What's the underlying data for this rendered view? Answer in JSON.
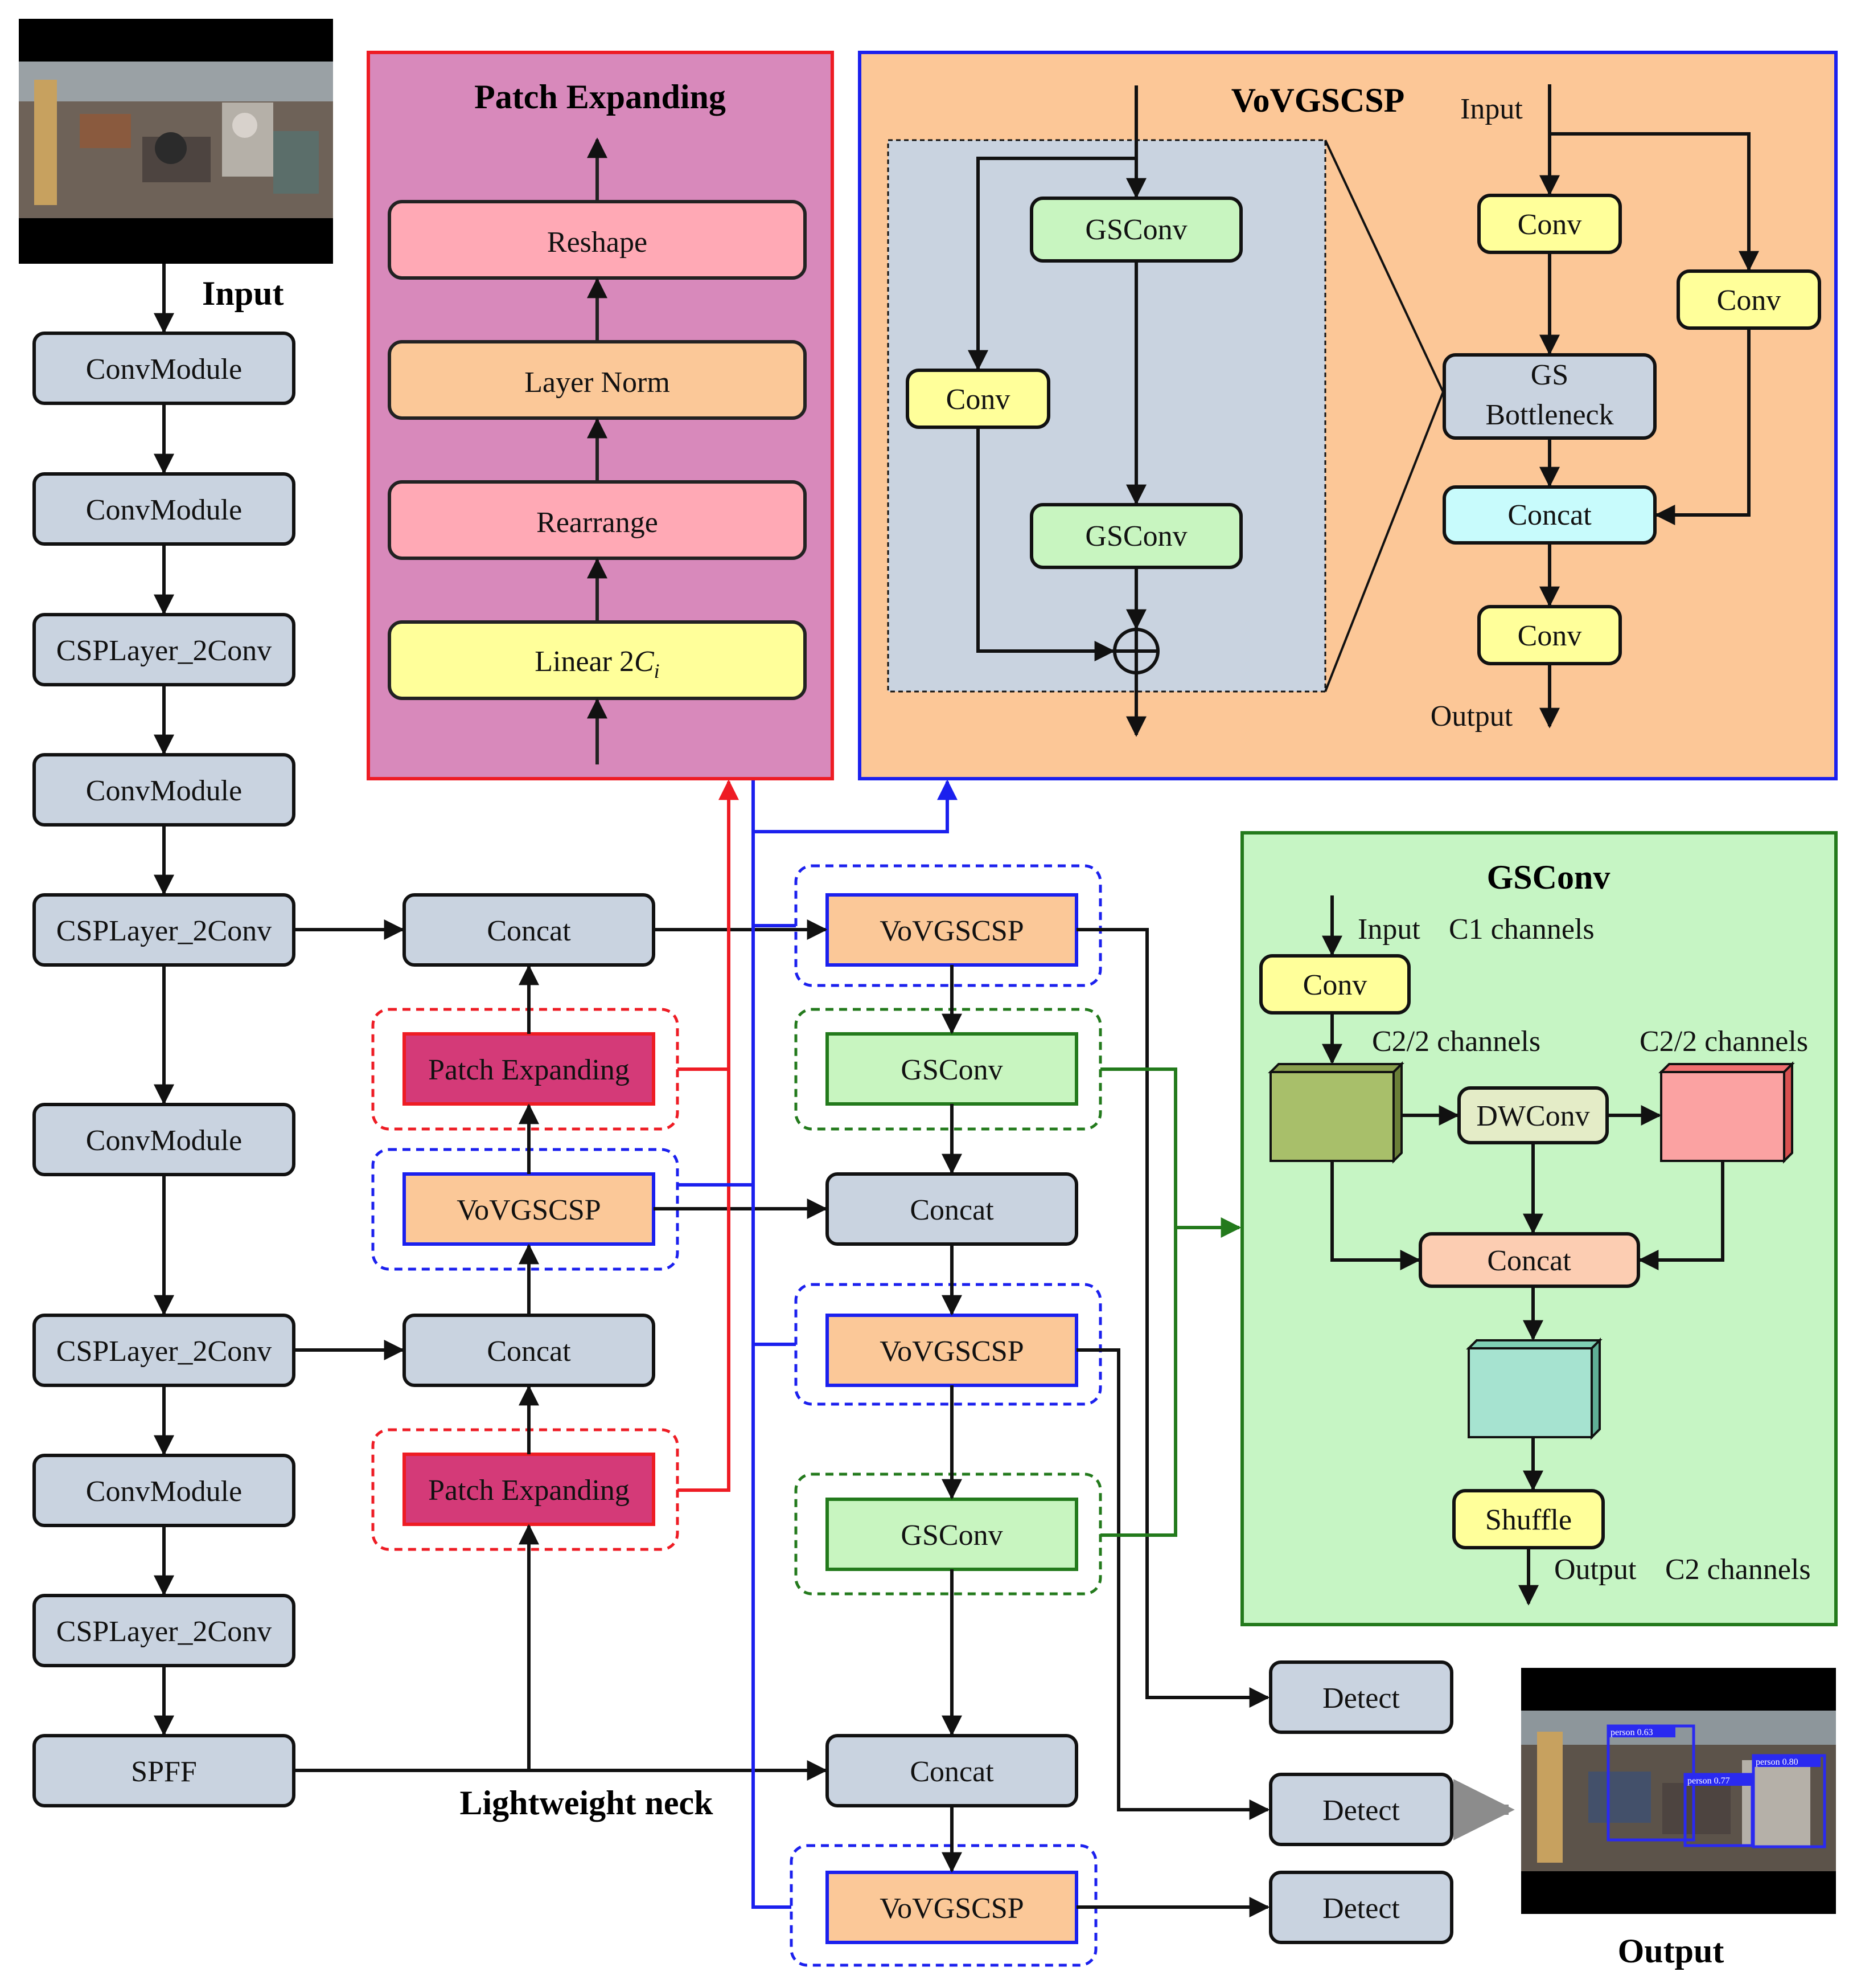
{
  "labels": {
    "input": "Input",
    "output": "Output",
    "lightweight_neck": "Lightweight neck"
  },
  "backbone": [
    "ConvModule",
    "ConvModule",
    "CSPLayer_2Conv",
    "ConvModule",
    "CSPLayer_2Conv",
    "ConvModule",
    "CSPLayer_2Conv",
    "ConvModule",
    "CSPLayer_2Conv",
    "SPFF"
  ],
  "neck": {
    "concat_top": "Concat",
    "patch_expanding_top": "Patch Expanding",
    "vovgscsp_mid": "VoVGSCSP",
    "concat_mid": "Concat",
    "patch_expanding_bottom": "Patch Expanding"
  },
  "head": {
    "vovgscsp_1": "VoVGSCSP",
    "gsconv_1": "GSConv",
    "concat_1": "Concat",
    "vovgscsp_2": "VoVGSCSP",
    "gsconv_2": "GSConv",
    "concat_2": "Concat",
    "vovgscsp_3": "VoVGSCSP"
  },
  "detect": [
    "Detect",
    "Detect",
    "Detect"
  ],
  "patch_expanding_panel": {
    "title": "Patch Expanding",
    "reshape": "Reshape",
    "layer_norm": "Layer Norm",
    "rearrange": "Rearrange",
    "linear_prefix": "Linear 2",
    "linear_symbol": "C",
    "linear_sub": "i"
  },
  "vovgscsp_panel": {
    "title": "VoVGSCSP",
    "input": "Input",
    "output": "Output",
    "gsconv_a": "GSConv",
    "gsconv_b": "GSConv",
    "conv_inner": "Conv",
    "conv_top": "Conv",
    "conv_side": "Conv",
    "gs_bottleneck_1": "GS",
    "gs_bottleneck_2": "Bottleneck",
    "concat": "Concat",
    "conv_out": "Conv"
  },
  "gsconv_panel": {
    "title": "GSConv",
    "input": "Input",
    "c1": "C1 channels",
    "conv": "Conv",
    "c2half_left": "C2/2 channels",
    "c2half_right": "C2/2 channels",
    "dwconv": "DWConv",
    "concat": "Concat",
    "shuffle": "Shuffle",
    "output": "Output",
    "c2": "C2 channels"
  },
  "detections": [
    "person 0.63",
    "person 0.77",
    "person 0.80"
  ],
  "colors": {
    "node_gray": "#c9d3e0",
    "node_orange": "#fbc898",
    "node_pink": "#d43a78",
    "node_green": "#c8f5c0",
    "node_yellow": "#ffff9a",
    "node_cyan": "#c8fbfc",
    "node_rose": "#ffa9b5",
    "node_peach": "#fccdb2",
    "panel_magenta": "#d889bb",
    "panel_orange": "#fcc797",
    "panel_green": "#c6f5c4",
    "panel_inner_gray": "#c9d3e0",
    "red": "#ee1c24",
    "blue": "#1b20ee",
    "green": "#237a1c",
    "gray_arrow": "#8c8c8c"
  }
}
